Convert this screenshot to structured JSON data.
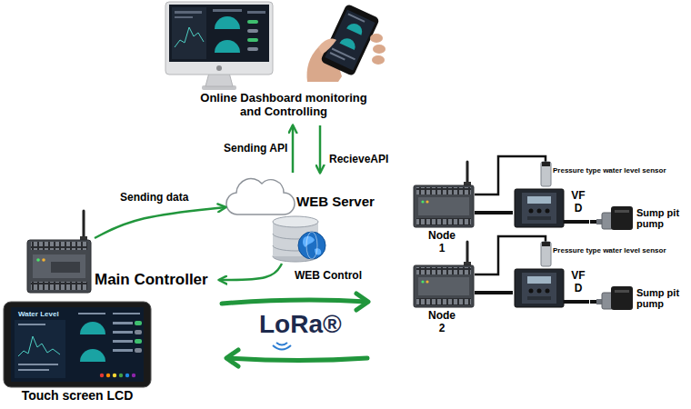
{
  "diagram": {
    "nodes": [
      {
        "text": [
          "Online Dashboard monitoring and Controlling"
        ]
      },
      {
        "text": [
          "WEB Server"
        ]
      },
      {
        "text": [
          "Main Controller"
        ]
      },
      {
        "text": [
          "Touch screen LCD"
        ]
      },
      {
        "text": [
          "Node 1"
        ]
      },
      {
        "text": [
          "Pressure type water level sensor"
        ]
      },
      {
        "text": [
          "VF D"
        ]
      },
      {
        "text": [
          "Sump pit pump"
        ]
      },
      {
        "text": [
          "Node 2"
        ]
      },
      {
        "text": [
          "Pressure type water level sensor"
        ]
      },
      {
        "text": [
          "VF D"
        ]
      },
      {
        "text": [
          "Sump pit pump"
        ]
      }
    ],
    "edges": [
      {
        "from": 2,
        "to": 1,
        "label": "Sending data",
        "arrow": "to"
      },
      {
        "from": 1,
        "to": 2,
        "label": "WEB Control",
        "arrow": "to"
      },
      {
        "from": 1,
        "to": 0,
        "label": "Sending API",
        "arrow": "to"
      },
      {
        "from": 0,
        "to": 1,
        "label": "RecieveAPI",
        "arrow": "to"
      },
      {
        "from": 4,
        "to": 5,
        "arrow": "none"
      },
      {
        "from": 4,
        "to": 6,
        "arrow": "none"
      },
      {
        "from": 6,
        "to": 7,
        "arrow": "none"
      },
      {
        "from": 8,
        "to": 9,
        "arrow": "none"
      },
      {
        "from": 8,
        "to": 10,
        "arrow": "none"
      },
      {
        "from": 10,
        "to": 11,
        "arrow": "none"
      }
    ],
    "labels": [
      "LoRa®",
      "Water Level"
    ]
  }
}
